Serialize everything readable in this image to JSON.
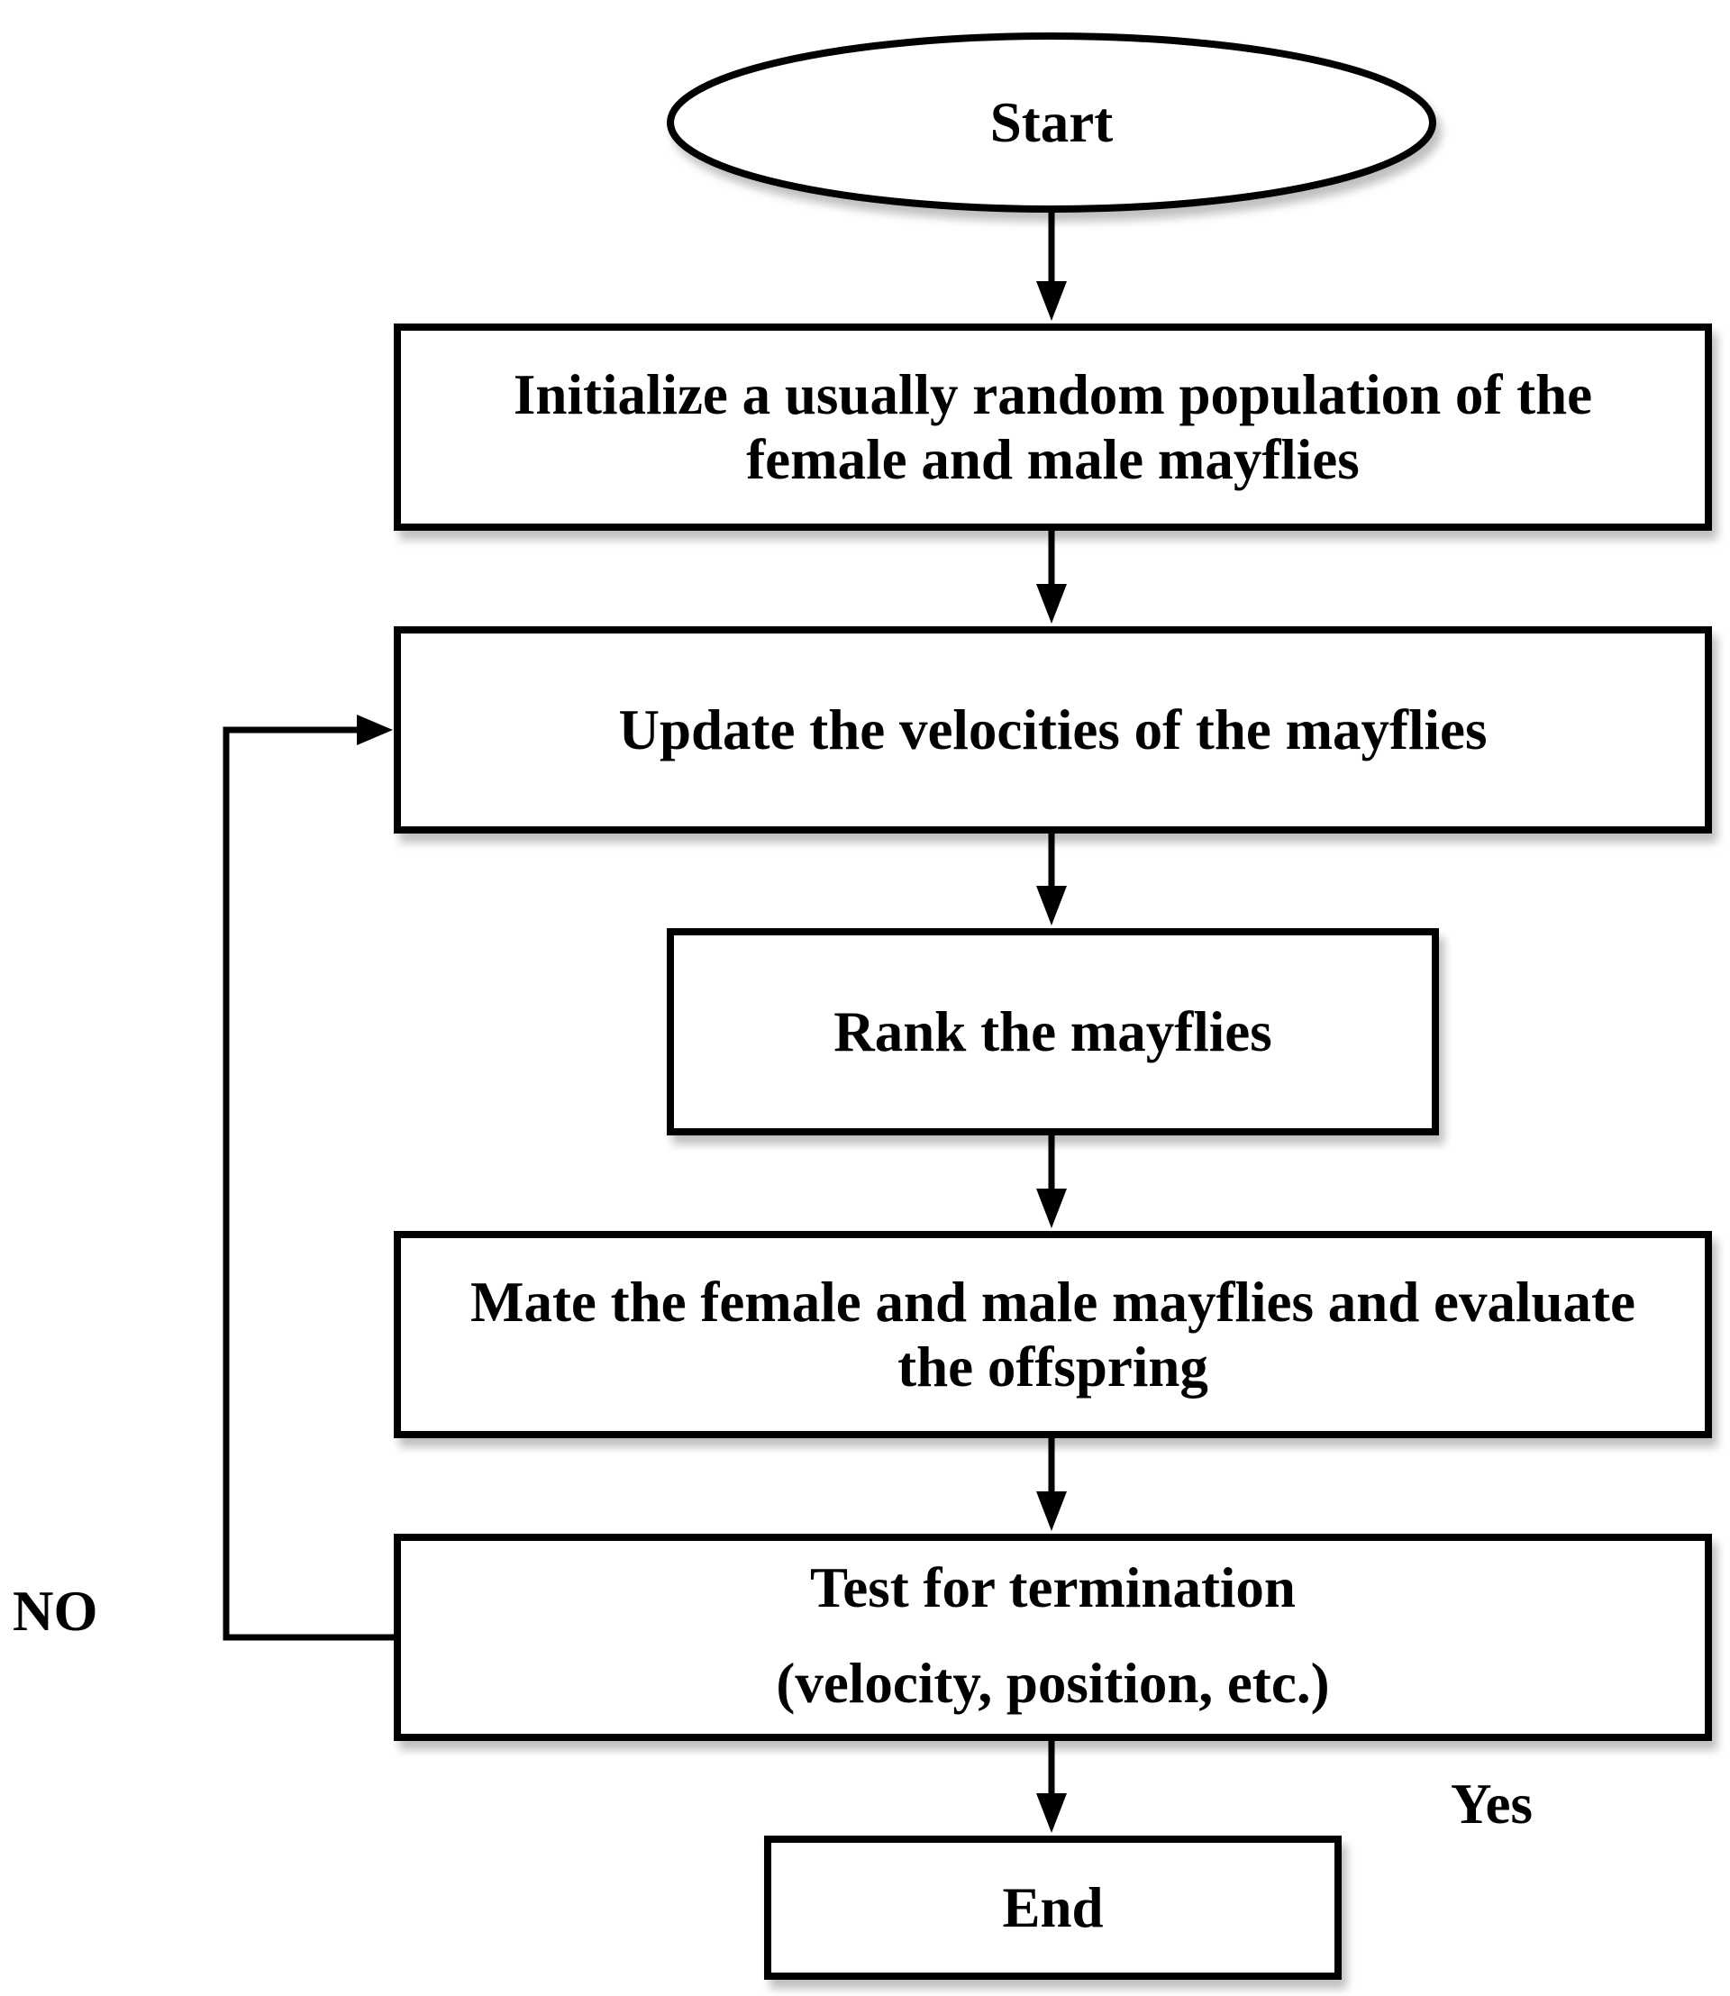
{
  "flowchart": {
    "start": "Start",
    "init": {
      "line1": "Initialize a usually random population of the",
      "line2": "female and male mayflies"
    },
    "update": "Update the velocities of the mayflies",
    "rank": "Rank the mayflies",
    "mate": {
      "line1": "Mate the female and male mayflies and evaluate",
      "line2": "the offspring"
    },
    "test": {
      "line1": "Test for termination",
      "line2": "(velocity, position, etc.)"
    },
    "end": "End",
    "label_no": "NO",
    "label_yes": "Yes"
  }
}
